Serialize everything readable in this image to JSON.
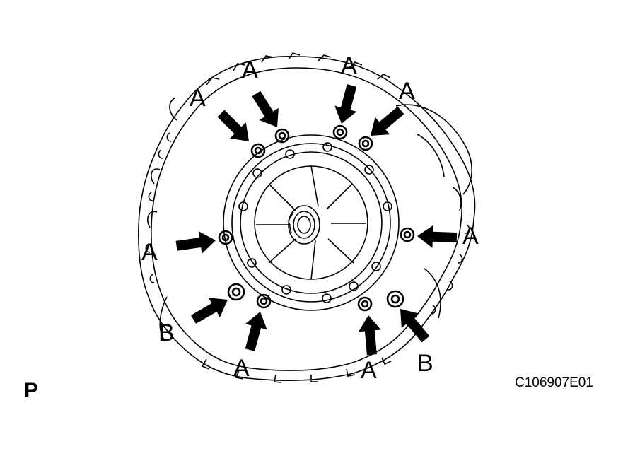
{
  "diagram": {
    "view_mark": "P",
    "figure_id": "C106907E01",
    "bolt_labels": {
      "a": "A",
      "b": "B"
    },
    "callouts": [
      {
        "id": "a-top-left-1",
        "text": "A"
      },
      {
        "id": "a-top-left-2",
        "text": "A"
      },
      {
        "id": "a-top-center",
        "text": "A"
      },
      {
        "id": "a-top-right",
        "text": "A"
      },
      {
        "id": "a-left",
        "text": "A"
      },
      {
        "id": "a-right",
        "text": "A"
      },
      {
        "id": "b-bottom-left",
        "text": "B"
      },
      {
        "id": "a-bottom-left",
        "text": "A"
      },
      {
        "id": "a-bottom-right",
        "text": "A"
      },
      {
        "id": "b-bottom-right",
        "text": "B"
      }
    ],
    "colors": {
      "line": "#000000",
      "background": "#ffffff"
    }
  }
}
